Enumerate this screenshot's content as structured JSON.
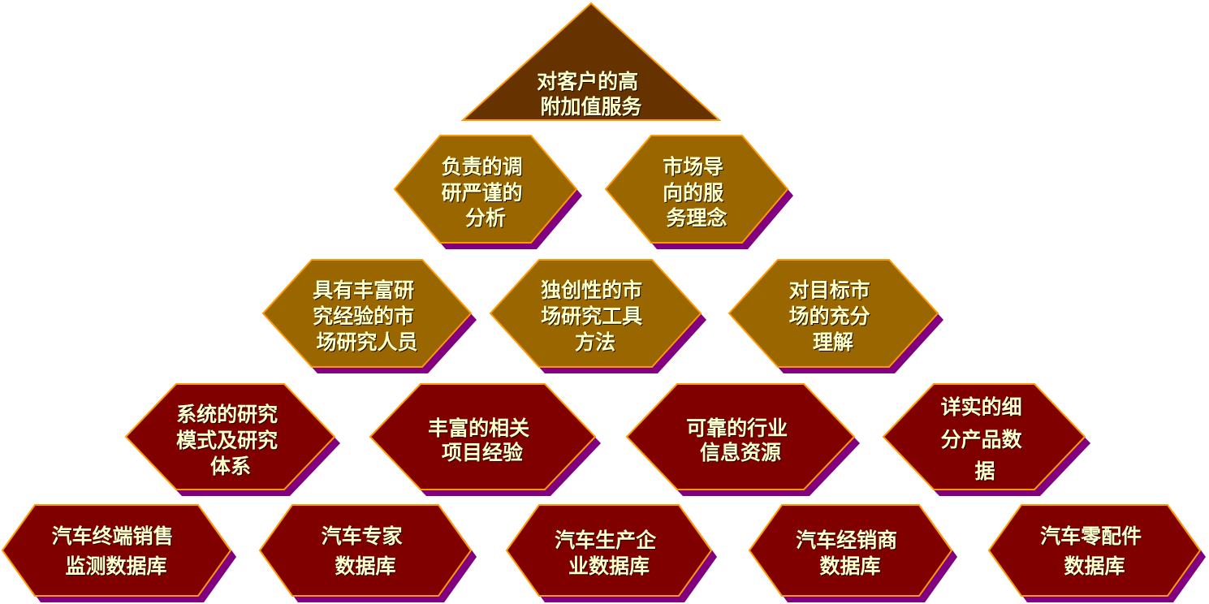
{
  "colors": {
    "apex_fill": "#663300",
    "gold_fill": "#996600",
    "red_fill": "#800000",
    "border": "#FF9900",
    "shadow": "#800080",
    "text": "#FFFFCC"
  },
  "diagram": {
    "apex": {
      "lines": [
        "对客户的高",
        "附加值服务"
      ]
    },
    "tier2": [
      {
        "lines": [
          "负责的调",
          "研严谨的",
          "分析"
        ]
      },
      {
        "lines": [
          "市场导",
          "向的服",
          "务理念"
        ]
      }
    ],
    "tier3": [
      {
        "lines": [
          "具有丰富研",
          "究经验的市",
          "场研究人员"
        ]
      },
      {
        "lines": [
          "独创性的市",
          "场研究工具",
          "方法"
        ]
      },
      {
        "lines": [
          "对目标市",
          "场的充分",
          "理解"
        ]
      }
    ],
    "tier4": [
      {
        "lines": [
          "系统的研究",
          "模式及研究",
          "体系"
        ]
      },
      {
        "lines": [
          "丰富的相关",
          "项目经验"
        ]
      },
      {
        "lines": [
          "可靠的行业",
          "信息资源"
        ]
      },
      {
        "lines": [
          "详实的细",
          "分产品数",
          "据"
        ]
      }
    ],
    "tier5": [
      {
        "lines": [
          "汽车终端销售",
          "监测数据库"
        ]
      },
      {
        "lines": [
          "汽车专家",
          "数据库"
        ]
      },
      {
        "lines": [
          "汽车生产企",
          "业数据库"
        ]
      },
      {
        "lines": [
          "汽车经销商",
          "数据库"
        ]
      },
      {
        "lines": [
          "汽车零配件",
          "数据库"
        ]
      }
    ]
  }
}
